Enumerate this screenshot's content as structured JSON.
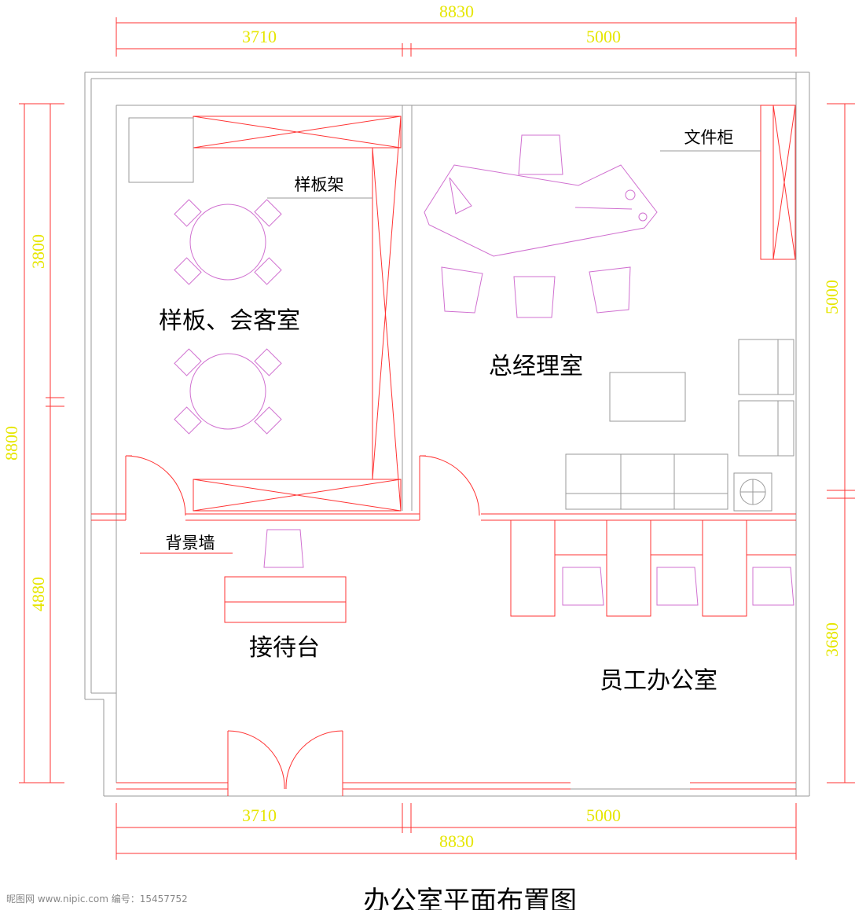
{
  "dimensions": {
    "top_total": "8830",
    "top_left": "3710",
    "top_right": "5000",
    "bottom_left": "3710",
    "bottom_right": "5000",
    "bottom_total": "8830",
    "left_upper": "3800",
    "left_total": "8800",
    "left_lower": "4880",
    "right_upper": "5000",
    "right_lower": "3680"
  },
  "rooms": {
    "sample_meeting": "样板、会客室",
    "gm_office": "总经理室",
    "reception": "接待台",
    "staff_office": "员工办公室"
  },
  "labels": {
    "sample_rack": "样板架",
    "file_cabinet": "文件柜",
    "backdrop_wall": "背景墙"
  },
  "watermark": "昵图网 www.nipic.com  编号：15457752",
  "title": "办公室平面布置图",
  "colors": {
    "dimension": "#e6e600",
    "wall": "#9a9a9a",
    "line": "#ff3333",
    "furniture": "#d070d0"
  }
}
